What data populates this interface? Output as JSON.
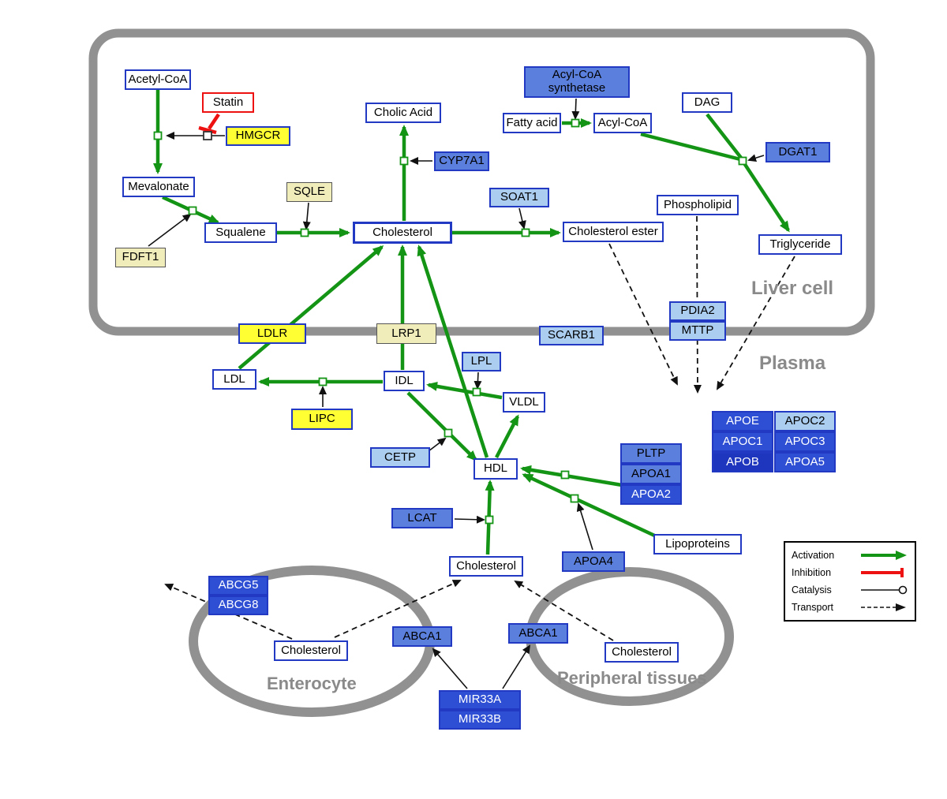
{
  "regions": {
    "liver_cell": "Liver cell",
    "plasma": "Plasma",
    "enterocyte": "Enterocyte",
    "peripheral_tissues": "Peripheral tissues"
  },
  "nodes": {
    "acetyl_coa": "Acetyl-CoA",
    "statin": "Statin",
    "hmgcr": "HMGCR",
    "mevalonate": "Mevalonate",
    "fdft1": "FDFT1",
    "squalene": "Squalene",
    "sqle": "SQLE",
    "cholesterol_liver": "Cholesterol",
    "cholic_acid": "Cholic Acid",
    "cyp7a1": "CYP7A1",
    "soat1": "SOAT1",
    "cholesterol_ester": "Cholesterol ester",
    "acyl_coa_synthetase": "Acyl-CoA\nsynthetase",
    "fatty_acid": "Fatty acid",
    "acyl_coa": "Acyl-CoA",
    "dag": "DAG",
    "dgat1": "DGAT1",
    "phospholipid": "Phospholipid",
    "triglyceride": "Triglyceride",
    "ldlr": "LDLR",
    "lrp1": "LRP1",
    "scarb1": "SCARB1",
    "pdia2": "PDIA2",
    "mttp": "MTTP",
    "ldl": "LDL",
    "idl": "IDL",
    "lipc": "LIPC",
    "lpl": "LPL",
    "vldl": "VLDL",
    "cetp": "CETP",
    "hdl": "HDL",
    "lcat": "LCAT",
    "pltp": "PLTP",
    "apoa1": "APOA1",
    "apoa2": "APOA2",
    "apoa4": "APOA4",
    "lipoproteins": "Lipoproteins",
    "apoe": "APOE",
    "apoc2": "APOC2",
    "apoc1": "APOC1",
    "apoc3": "APOC3",
    "apob": "APOB",
    "apoa5": "APOA5",
    "cholesterol_plasma": "Cholesterol",
    "abcg5": "ABCG5",
    "abcg8": "ABCG8",
    "cholesterol_enterocyte": "Cholesterol",
    "abca1_enterocyte": "ABCA1",
    "abca1_peripheral": "ABCA1",
    "cholesterol_peripheral": "Cholesterol",
    "mir33a": "MIR33A",
    "mir33b": "MIR33B"
  },
  "legend": {
    "activation": "Activation",
    "inhibition": "Inhibition",
    "catalysis": "Catalysis",
    "transport": "Transport"
  },
  "colors": {
    "activation_green": "#149414",
    "inhibition_red": "#ee1111",
    "metabolite_border": "#2239c4",
    "enzyme_yellow": "#ffff33",
    "enzyme_pale_yellow": "#f0edbb",
    "protein_blue": "#5b7fdd",
    "protein_light_blue": "#abcdf0",
    "protein_dark_blue": "#2e4fd4",
    "membrane_gray": "#919191"
  }
}
